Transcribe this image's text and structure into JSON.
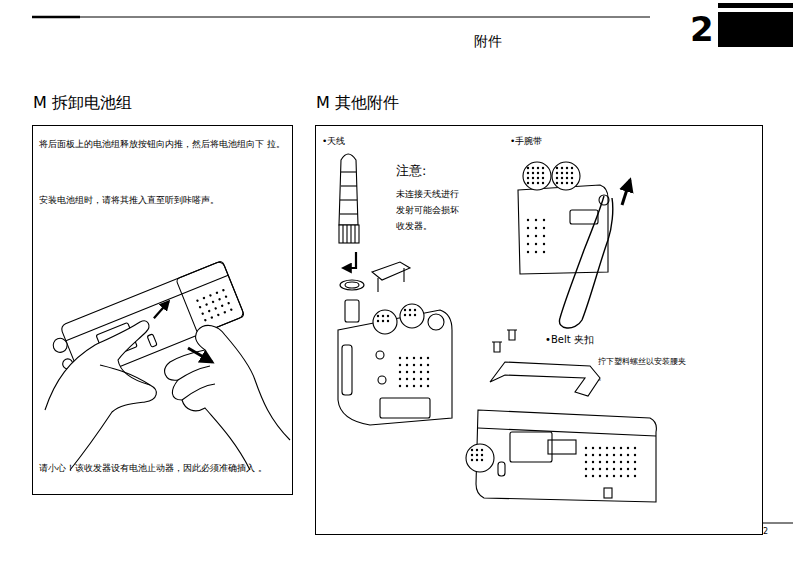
{
  "diagram": {
    "title": "附件",
    "nodes": [
      {
        "text": [
          "M 拆卸电池组",
          "将后面板上的电池组释放按钮向内推，然后将电池组向下 拉。",
          "安装电池组时，请将其推入直至听到咔嗒声。",
          "请小心！该收发器设有电池止动器，因此必须准确插入 。"
        ]
      },
      {
        "text": [
          "M 其他附件"
        ]
      }
    ],
    "labels": [
      "2",
      "•天线",
      "注意:",
      "未连接天线进行 发射可能会损坏 收发器。",
      "•手腕带",
      "•Belt 夹扣",
      "拧下塑料螺丝以安装腰夹 。",
      "2"
    ]
  }
}
